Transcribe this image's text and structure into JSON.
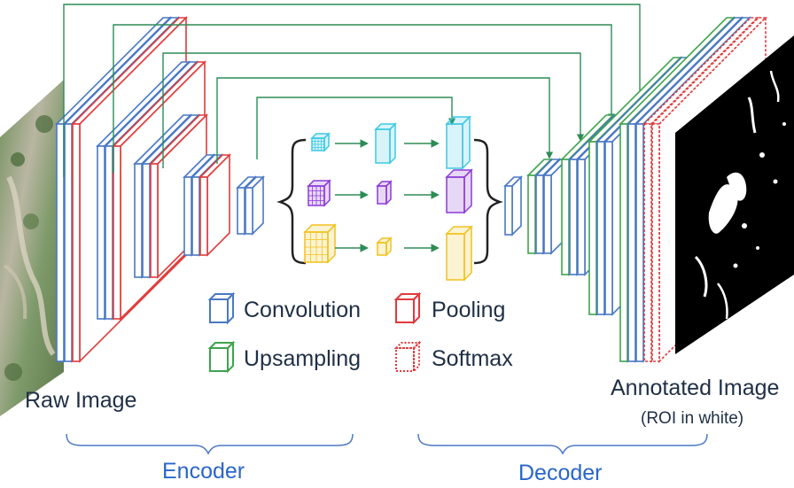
{
  "labels": {
    "raw_image": "Raw Image",
    "annotated_image": "Annotated Image",
    "annotated_sub": "(ROI in white)",
    "encoder": "Encoder",
    "decoder": "Decoder"
  },
  "legend": {
    "convolution": "Convolution",
    "pooling": "Pooling",
    "upsampling": "Upsampling",
    "softmax": "Softmax"
  },
  "colors": {
    "convolution": "#4a78c4",
    "pooling": "#e03a3a",
    "upsampling": "#3fa34d",
    "softmax": "#e03a3a",
    "skip_connection": "#2e8b57",
    "cyan_block": "#3cc8e6",
    "purple_block": "#8b3ad6",
    "yellow_block": "#f2c21c",
    "brace": "#222222",
    "group_label": "#2a66c9"
  }
}
